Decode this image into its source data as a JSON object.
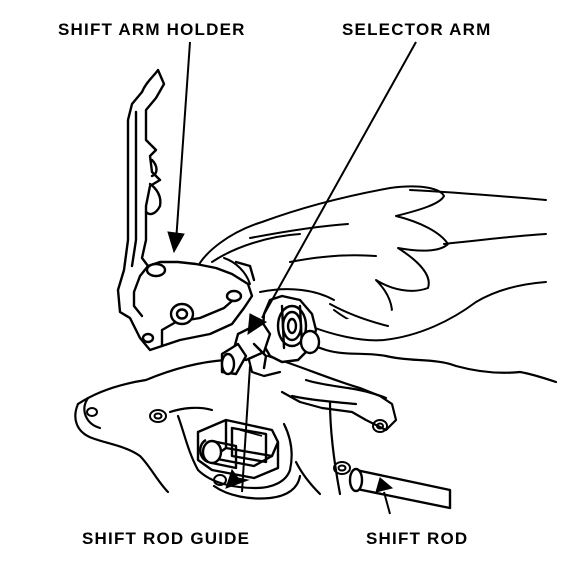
{
  "labels": {
    "shift_arm_holder": "SHIFT ARM HOLDER",
    "selector_arm": "SELECTOR ARM",
    "shift_rod_guide": "SHIFT ROD GUIDE",
    "shift_rod": "SHIFT ROD"
  }
}
